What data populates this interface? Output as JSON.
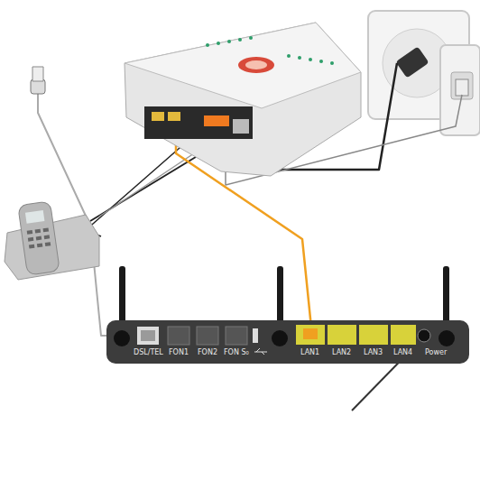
{
  "diagram": {
    "labels": [
      "DSL/TEL",
      "FON1",
      "FON2",
      "FON S₀",
      "LAN1",
      "LAN2",
      "LAN3",
      "LAN4",
      "Power"
    ]
  }
}
